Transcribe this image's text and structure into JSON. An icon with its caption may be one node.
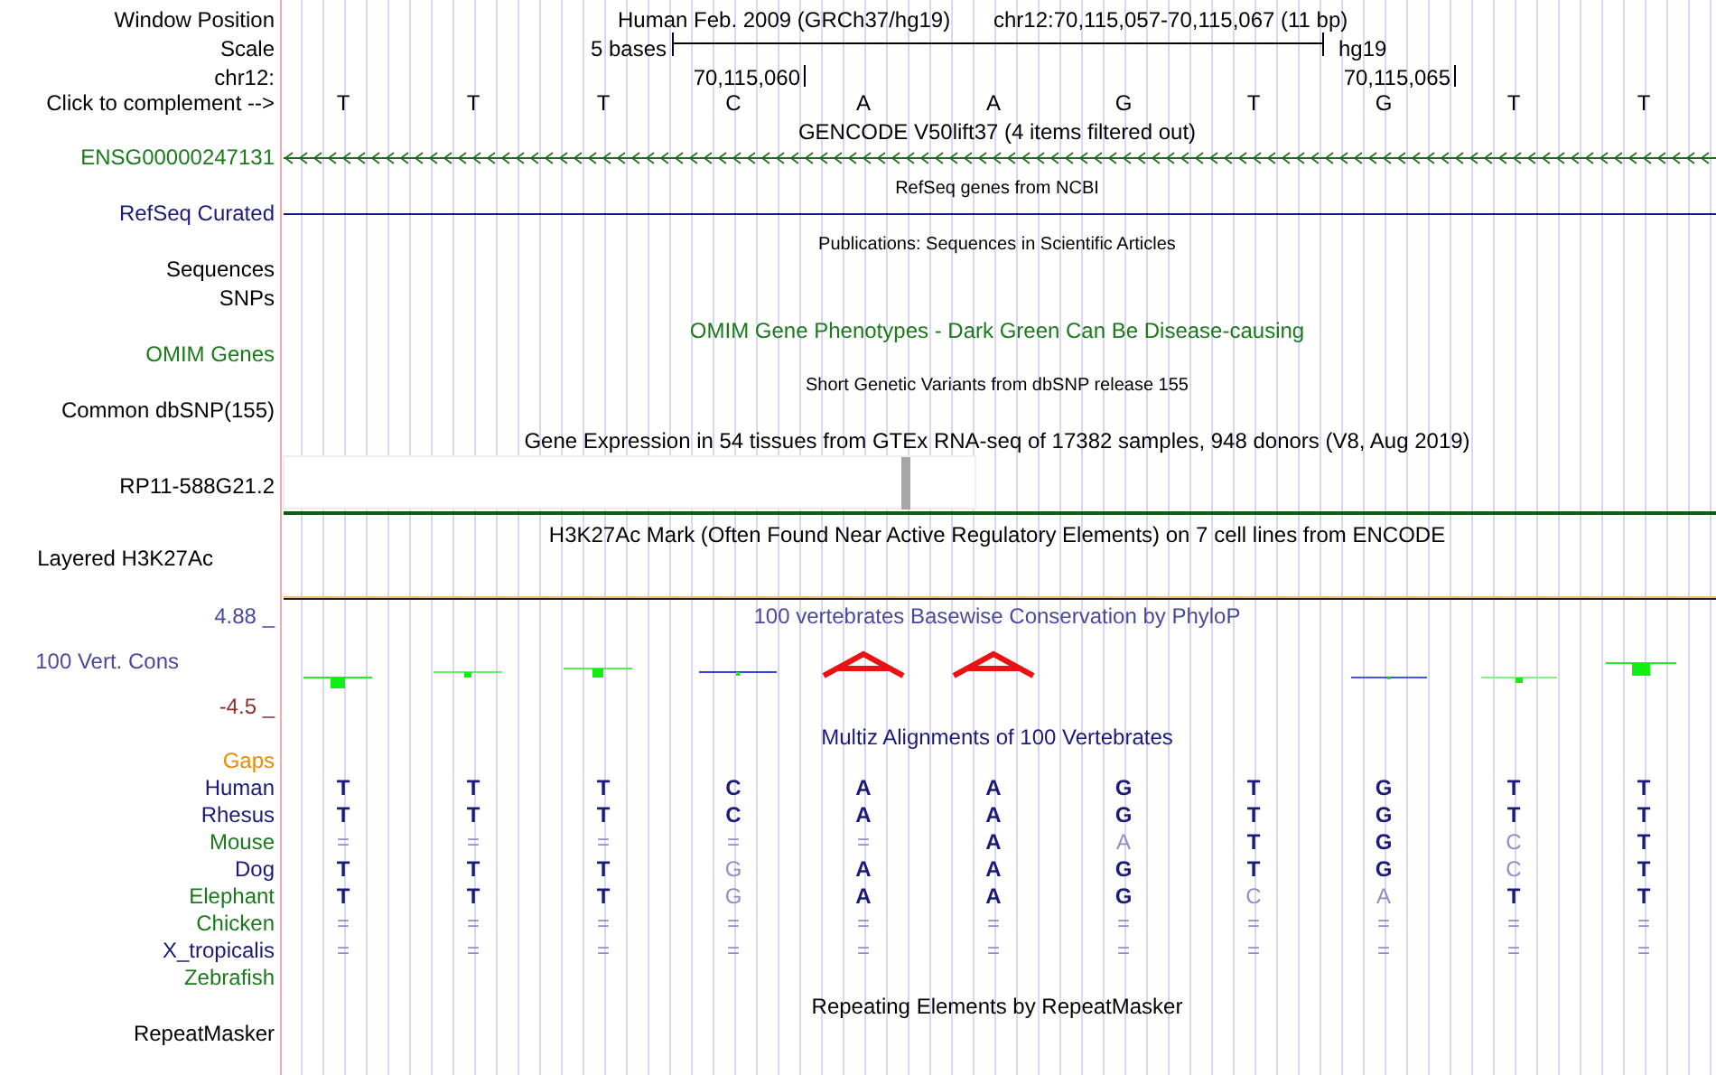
{
  "diagram": {
    "labels": [
      "Window Position",
      "Human Feb. 2009 (GRCh37/hg19)",
      "chr12:70,115,057-70,115,067 (11 bp)",
      "Scale",
      "5 bases",
      "hg19",
      "chr12:",
      "70,115,060",
      "70,115,065",
      "Click to complement -->",
      "T",
      "T",
      "T",
      "C",
      "A",
      "A",
      "G",
      "T",
      "G",
      "T",
      "T",
      "GENCODE V50lift37 (4 items filtered out)",
      "ENSG00000247131",
      "RefSeq genes from NCBI",
      "RefSeq Curated",
      "Publications: Sequences in Scientific Articles",
      "Sequences",
      "SNPs",
      "OMIM Gene Phenotypes - Dark Green Can Be Disease-causing",
      "OMIM Genes",
      "Short Genetic Variants from dbSNP release 155",
      "Common dbSNP(155)",
      "Gene Expression in 54 tissues from GTEx RNA-seq of 17382 samples, 948 donors (V8, Aug 2019)",
      "RP11-588G21.2",
      "H3K27Ac Mark (Often Found Near Active Regulatory Elements) on 7 cell lines from ENCODE",
      "Layered H3K27Ac",
      "4.88 _",
      "100 vertebrates Basewise Conservation by PhyloP",
      "100 Vert. Cons",
      "-4.5 _",
      "Multiz Alignments of 100 Vertebrates",
      "Gaps",
      "Human",
      "T",
      "T",
      "T",
      "C",
      "A",
      "A",
      "G",
      "T",
      "G",
      "T",
      "T",
      "Rhesus",
      "T",
      "T",
      "T",
      "C",
      "A",
      "A",
      "G",
      "T",
      "G",
      "T",
      "T",
      "Mouse",
      "=",
      "=",
      "=",
      "=",
      "=",
      "A",
      "A",
      "T",
      "G",
      "C",
      "T",
      "Dog",
      "T",
      "T",
      "T",
      "G",
      "A",
      "A",
      "G",
      "T",
      "G",
      "C",
      "T",
      "Elephant",
      "T",
      "T",
      "T",
      "G",
      "A",
      "A",
      "G",
      "C",
      "A",
      "T",
      "T",
      "Chicken",
      "=",
      "=",
      "=",
      "=",
      "=",
      "=",
      "=",
      "=",
      "=",
      "=",
      "=",
      "X_tropicalis",
      "=",
      "=",
      "=",
      "=",
      "=",
      "=",
      "=",
      "=",
      "=",
      "=",
      "=",
      "Zebrafish",
      "Repeating Elements by RepeatMasker",
      "RepeatMasker"
    ]
  }
}
